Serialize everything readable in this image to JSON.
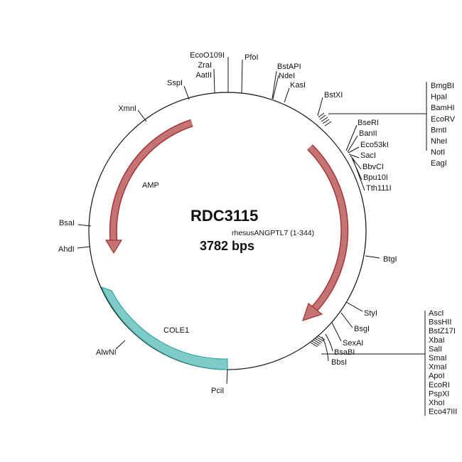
{
  "plasmid": {
    "name": "RDC3115",
    "insert": "rhesusANGPTL7 (1-344)",
    "size": "3782 bps"
  },
  "features": {
    "amp": "AMP",
    "cole1": "COLE1"
  },
  "colors": {
    "arrow_fill": "#c47474",
    "arrow_stroke": "#a83333",
    "ori_fill": "#7fcbc8",
    "ori_stroke": "#34a9a4"
  },
  "sites": {
    "EcoO109I": "EcoO109I",
    "ZraI": "ZraI",
    "AatII": "AatII",
    "PfoI": "PfoI",
    "SspI": "SspI",
    "XmnI": "XmnI",
    "BstAPI": "BstAPI",
    "NdeI": "NdeI",
    "KasI": "KasI",
    "BstXI": "BstXI",
    "BseRI": "BseRI",
    "BanII": "BanII",
    "Eco53kI": "Eco53kI",
    "SacI": "SacI",
    "BbvCI": "BbvCI",
    "Bpu10I": "Bpu10I",
    "Tth111I": "Tth111I",
    "BtgI": "BtgI",
    "StyI": "StyI",
    "BsgI": "BsgI",
    "SexAI": "SexAI",
    "BsaBI": "BsaBI",
    "BbsI": "BbsI",
    "PciI": "PciI",
    "AlwNI": "AlwNI",
    "AhdI": "AhdI",
    "BsaI": "BsaI"
  },
  "cluster_top": [
    "BmgBI",
    "HpaI",
    "BamHI",
    "EcoRV",
    "BmtI",
    "NheI",
    "NotI",
    "EagI"
  ],
  "cluster_bottom": [
    "AscI",
    "BssHII",
    "BstZ17I",
    "XbaI",
    "SalI",
    "SmaI",
    "XmaI",
    "ApoI",
    "EcoRI",
    "PspXI",
    "XhoI",
    "Eco47III"
  ]
}
